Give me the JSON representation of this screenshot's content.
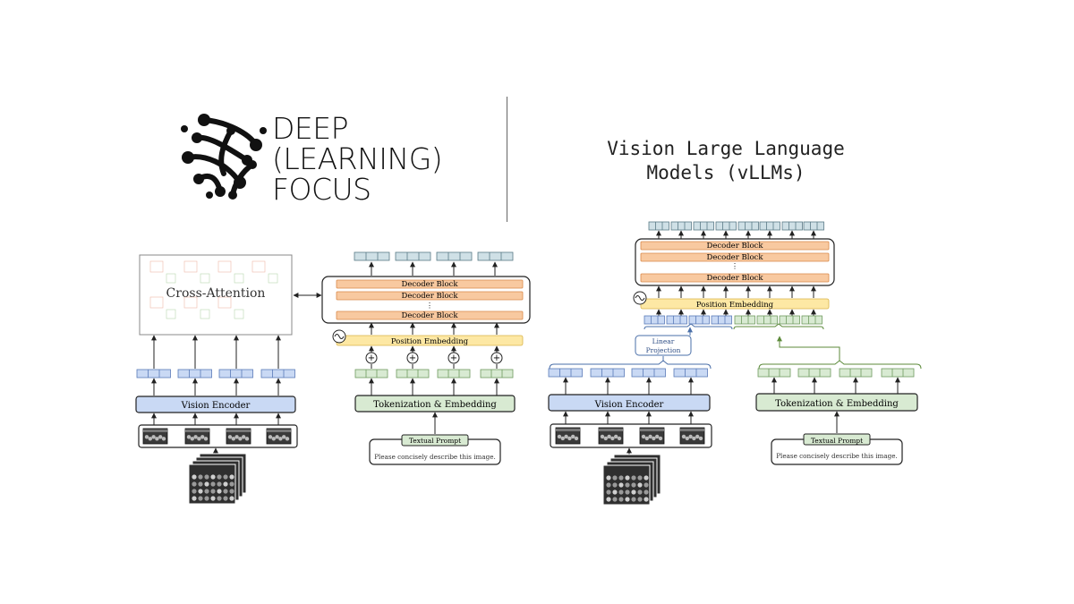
{
  "brand": {
    "lines": [
      "DEEP",
      "(LEARNING)",
      "FOCUS"
    ]
  },
  "title": {
    "line1": "Vision Large Language",
    "line2": "Models (vLLMs)"
  },
  "left_diagram": {
    "cross_attention_label": "Cross-Attention",
    "decoder_block_label": "Decoder Block",
    "ellipsis": "⋮",
    "position_embedding_label": "Position Embedding",
    "vision_encoder_label": "Vision Encoder",
    "tokenization_label": "Tokenization & Embedding",
    "plus_symbol": "+",
    "textual_prompt_label": "Textual Prompt",
    "prompt_text": "Please concisely describe this image."
  },
  "right_diagram": {
    "decoder_block_label": "Decoder Block",
    "ellipsis": "⋮",
    "position_embedding_label": "Position Embedding",
    "linear_projection_line1": "Linear",
    "linear_projection_line2": "Projection",
    "vision_encoder_label": "Vision Encoder",
    "tokenization_label": "Tokenization & Embedding",
    "textual_prompt_label": "Textual Prompt",
    "prompt_text": "Please concisely describe this image."
  },
  "colors": {
    "decoder_fill": "#f8c9a0",
    "decoder_stroke": "#d9894a",
    "position_fill": "#fde8a4",
    "position_stroke": "#d9b44a",
    "vision_fill": "#c9d9f4",
    "vision_stroke": "#5a7ab8",
    "token_fill": "#d8ead2",
    "token_stroke": "#6f9a5f",
    "output_token_fill": "#cfe0e6",
    "linear_projection_stroke": "#4a6fa8",
    "text_path_stroke": "#5c8a3a"
  }
}
